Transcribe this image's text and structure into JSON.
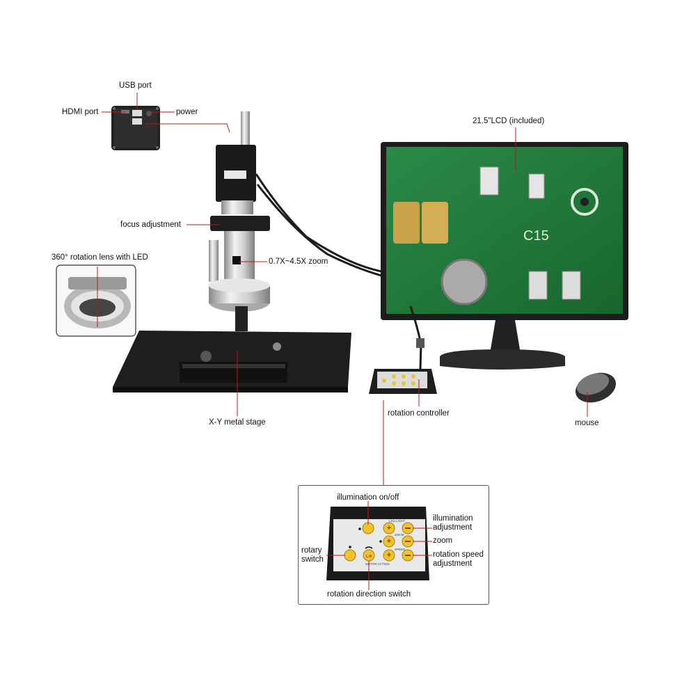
{
  "labels": {
    "usb_port": "USB port",
    "hdmi_port": "HDMI port",
    "power": "power",
    "lcd": "21.5\"LCD (included)",
    "focus_adjustment": "focus adjustment",
    "rotation_lens": "360° rotation lens with LED",
    "zoom_range": "0.7X~4.5X zoom",
    "xy_stage": "X-Y metal stage",
    "rotation_controller": "rotation controller",
    "mouse": "mouse",
    "illumination_onoff": "illumination on/off",
    "illumination_adjustment": "illumination\nadjustment",
    "zoom": "zoom",
    "rotation_speed": "rotation speed\nadjustment",
    "rotary_switch": "rotary\nswitch",
    "rotation_direction": "rotation direction switch"
  },
  "controller_panel": {
    "led_light": "LED  LIGHT",
    "zoom_text": "ZOOM",
    "speed_text": "SPEED",
    "motor_action": "MOTOR  ACTION",
    "left_right": "L  R"
  },
  "colors": {
    "leader": "#c0141b",
    "button": "#f2c12e",
    "pcb": "#1f7a3a"
  }
}
